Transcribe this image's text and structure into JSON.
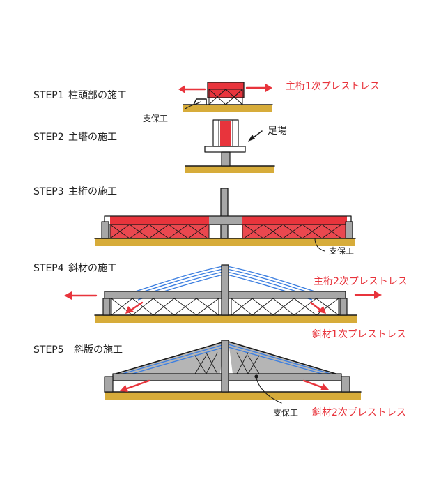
{
  "steps": [
    {
      "step": "STEP1",
      "title": "柱頭部の施工",
      "note": "主桁1次プレストレス",
      "sub_label": "支保工"
    },
    {
      "step": "STEP2",
      "title": "主塔の施工",
      "note": "",
      "sub_label": "足場"
    },
    {
      "step": "STEP3",
      "title": "主桁の施工",
      "note": "",
      "sub_label": "支保工"
    },
    {
      "step": "STEP4",
      "title": "斜材の施工",
      "note": "主桁2次プレストレス",
      "note2": "斜材1次プレストレス"
    },
    {
      "step": "STEP5",
      "title": "斜版の施工",
      "note": "斜材2次プレストレス",
      "sub_label": "支保工"
    }
  ],
  "colors": {
    "ink": "#1a1a1a",
    "prestress": "#e8343c",
    "ground": "#d7ac3a",
    "concrete": "#a7a7a7",
    "cable": "#3d7fe0"
  }
}
